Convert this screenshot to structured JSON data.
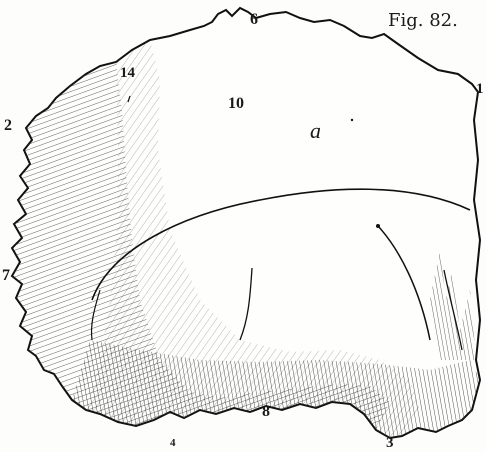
{
  "figure": {
    "caption": "Fig. 82.",
    "labels": {
      "top": "6",
      "corner": "14",
      "center": "10",
      "italic": "a",
      "left_upper": "2",
      "left_lower": "7",
      "bottom": "8",
      "bottom_right": "3",
      "bottom_left": "4",
      "right_edge": "1"
    }
  }
}
